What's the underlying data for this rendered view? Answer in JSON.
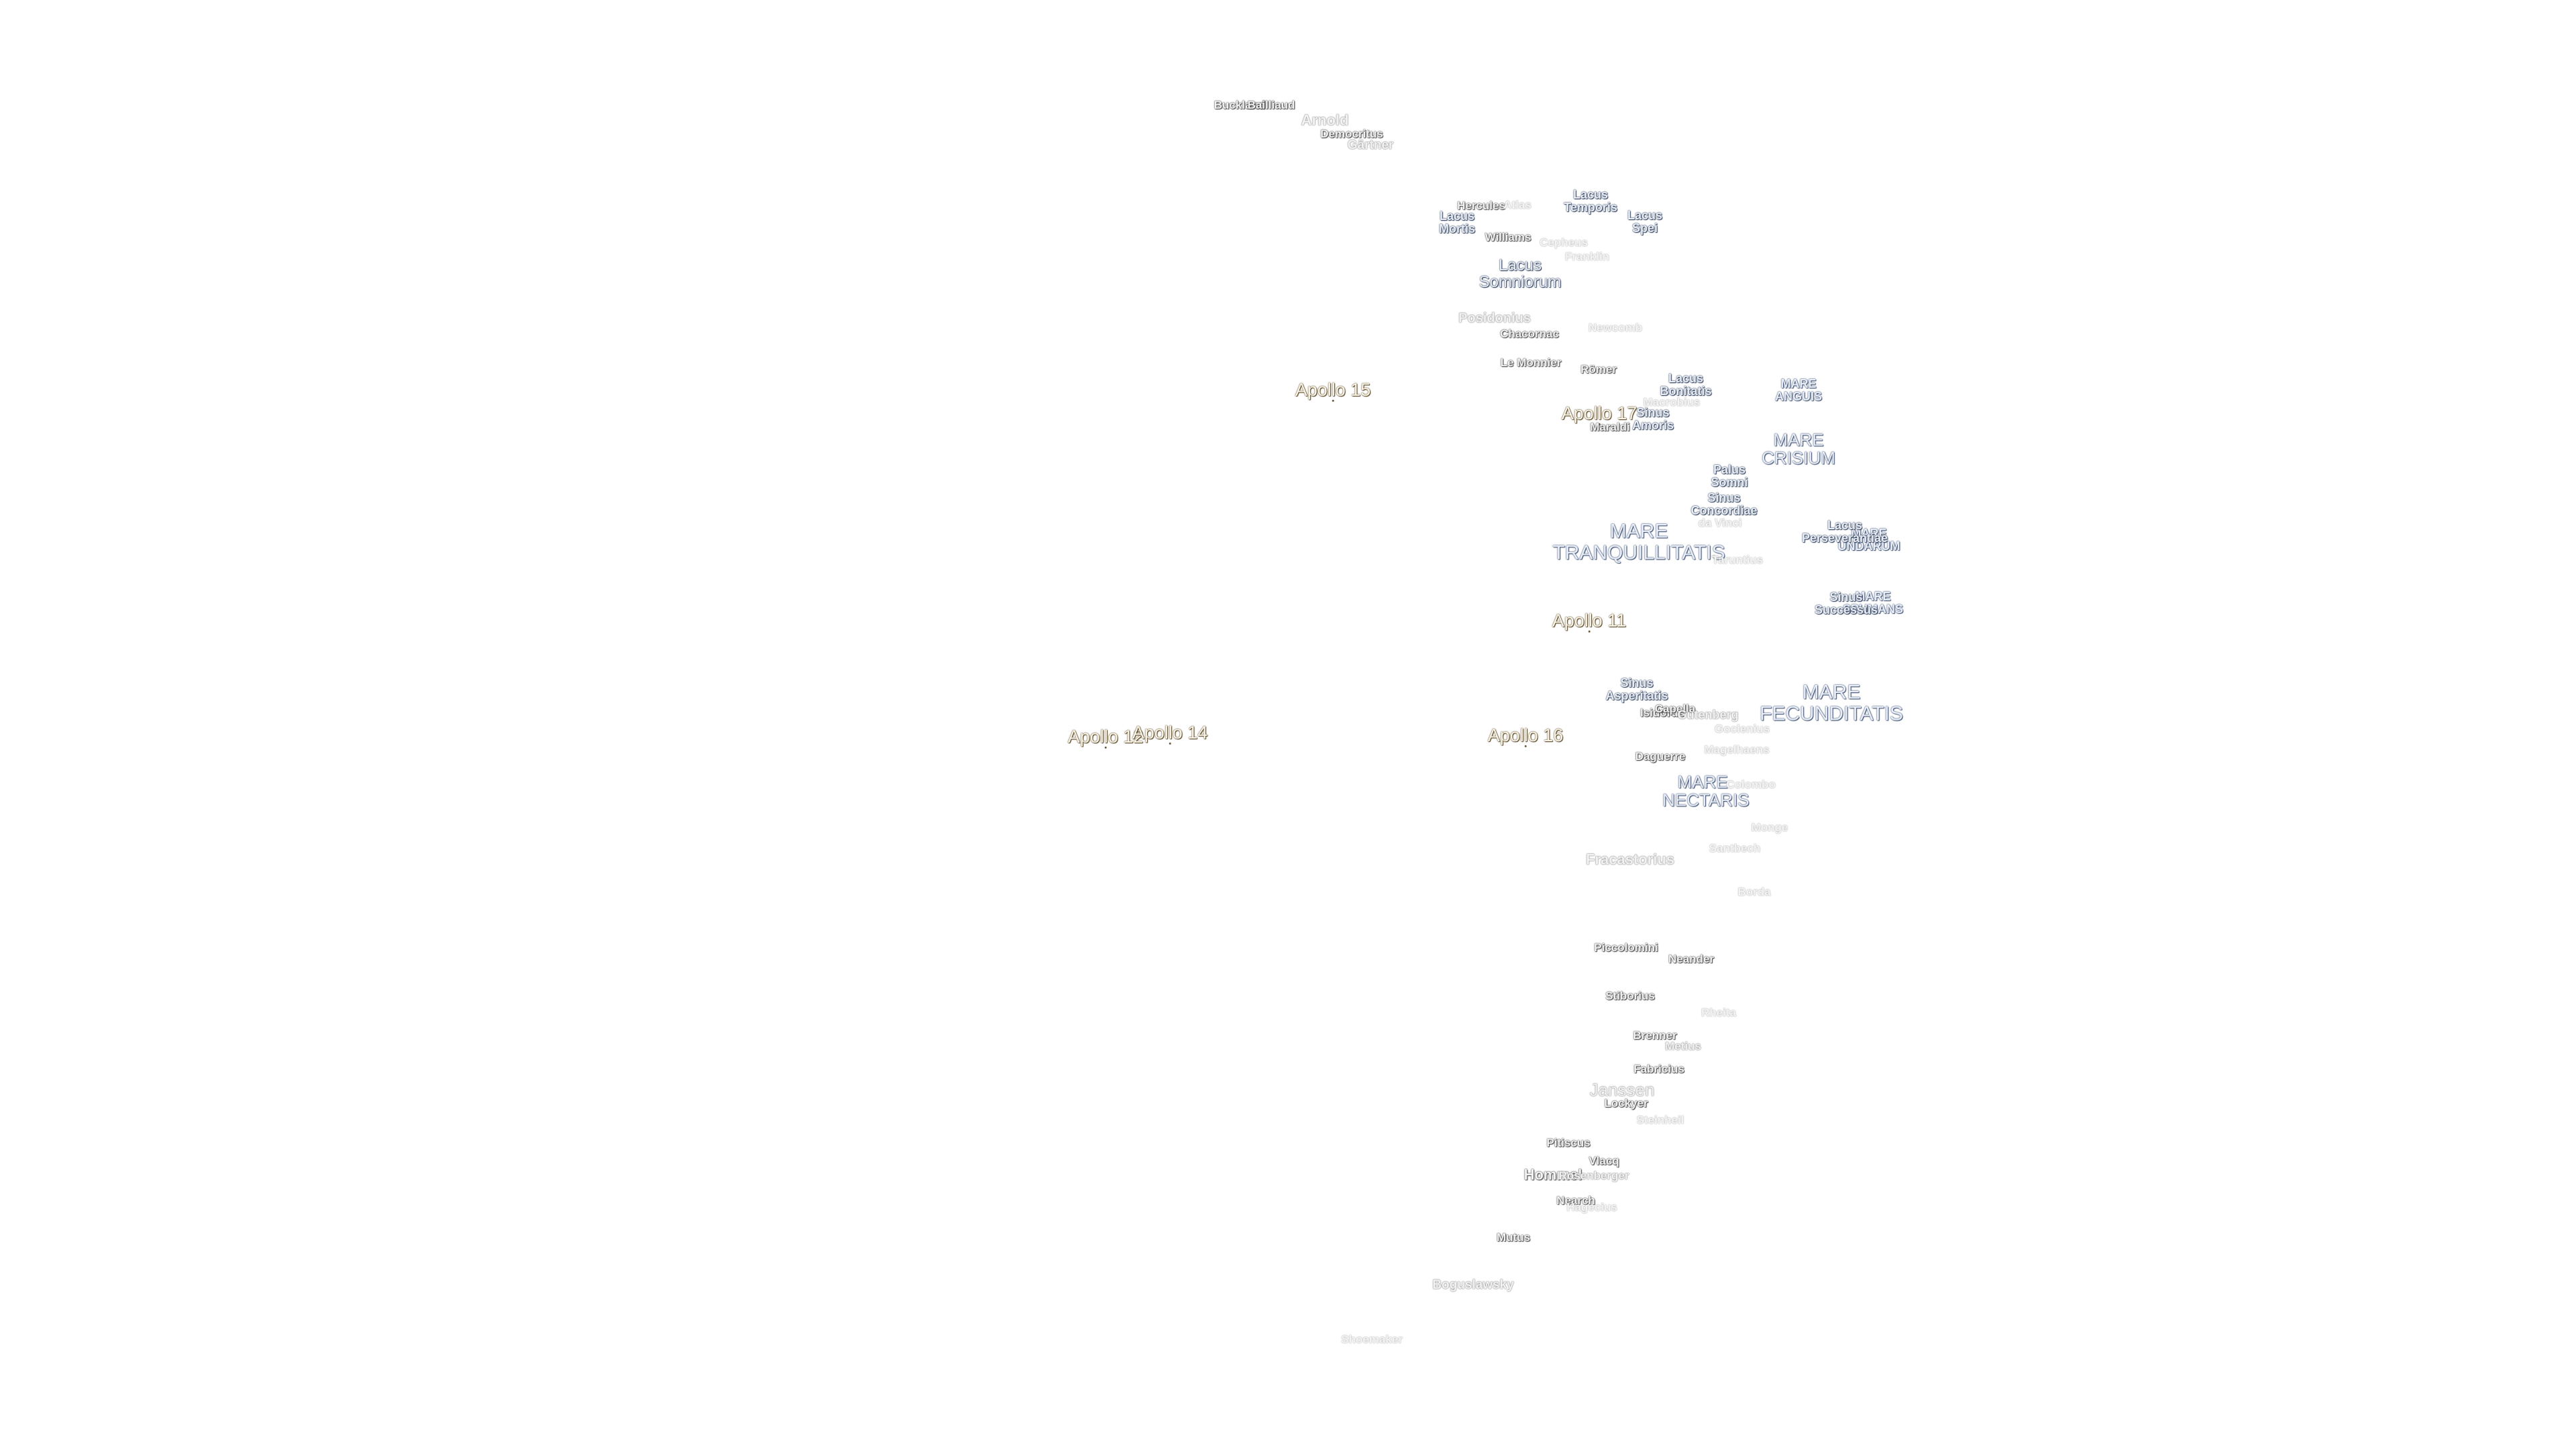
{
  "map": {
    "apollo_sites": [
      {
        "name": "Apollo 15",
        "pos": "apollo15"
      },
      {
        "name": "Apollo 17",
        "pos": "apollo17"
      },
      {
        "name": "Apollo 11",
        "pos": "apollo11"
      },
      {
        "name": "Apollo 12",
        "pos": "apollo12"
      },
      {
        "name": "Apollo 14",
        "pos": "apollo14"
      },
      {
        "name": "Apollo 16",
        "pos": "apollo16"
      }
    ],
    "maria": [
      {
        "name": "MARE TRANQUILLITATIS"
      },
      {
        "name": "MARE CRISIUM"
      },
      {
        "name": "MARE ANGUIS"
      },
      {
        "name": "MARE UNDARUM"
      },
      {
        "name": "MARE SPUMANS"
      },
      {
        "name": "MARE FECUNDITATIS"
      },
      {
        "name": "MARE NECTARIS"
      }
    ],
    "lakes": [
      {
        "name": "Lacus Temporis"
      },
      {
        "name": "Lacus Spei"
      },
      {
        "name": "Lacus Mortis"
      },
      {
        "name": "Lacus Somniorum"
      },
      {
        "name": "Lacus Bonitatis"
      },
      {
        "name": "Sinus Amoris"
      },
      {
        "name": "Palus Somni"
      },
      {
        "name": "Sinus Concordiae"
      },
      {
        "name": "Lacus Perseverantiae"
      },
      {
        "name": "Sinus Successus"
      },
      {
        "name": "Sinus Asperitatis"
      }
    ],
    "craters": [
      {
        "name": "Buckland"
      },
      {
        "name": "Bailliaud"
      },
      {
        "name": "Arnold"
      },
      {
        "name": "Democritus"
      },
      {
        "name": "Gärtner"
      },
      {
        "name": "Hercules"
      },
      {
        "name": "Atlas"
      },
      {
        "name": "Williams"
      },
      {
        "name": "Cepheus"
      },
      {
        "name": "Franklin"
      },
      {
        "name": "Posidonius"
      },
      {
        "name": "Newcomb"
      },
      {
        "name": "Chacornac"
      },
      {
        "name": "Le Monnier"
      },
      {
        "name": "Römer"
      },
      {
        "name": "Macrobius"
      },
      {
        "name": "Maraldi"
      },
      {
        "name": "da Vinci"
      },
      {
        "name": "Taruntius"
      },
      {
        "name": "Isidorus"
      },
      {
        "name": "Capella"
      },
      {
        "name": "Gutenberg"
      },
      {
        "name": "Goclenius"
      },
      {
        "name": "Magelhaens"
      },
      {
        "name": "Daguerre"
      },
      {
        "name": "Colombo"
      },
      {
        "name": "Monge"
      },
      {
        "name": "Fracastorius"
      },
      {
        "name": "Santbech"
      },
      {
        "name": "Borda"
      },
      {
        "name": "Piccolomini"
      },
      {
        "name": "Neander"
      },
      {
        "name": "Stiborius"
      },
      {
        "name": "Rheita"
      },
      {
        "name": "Brenner"
      },
      {
        "name": "Metius"
      },
      {
        "name": "Fabricius"
      },
      {
        "name": "Janssen"
      },
      {
        "name": "Lockyer"
      },
      {
        "name": "Steinheil"
      },
      {
        "name": "Pitiscus"
      },
      {
        "name": "Vlacq"
      },
      {
        "name": "Hommel"
      },
      {
        "name": "Rosenberger"
      },
      {
        "name": "Nearch"
      },
      {
        "name": "Hagecius"
      },
      {
        "name": "Mutus"
      },
      {
        "name": "Boguslawsky"
      },
      {
        "name": "Shoemaker"
      }
    ]
  }
}
